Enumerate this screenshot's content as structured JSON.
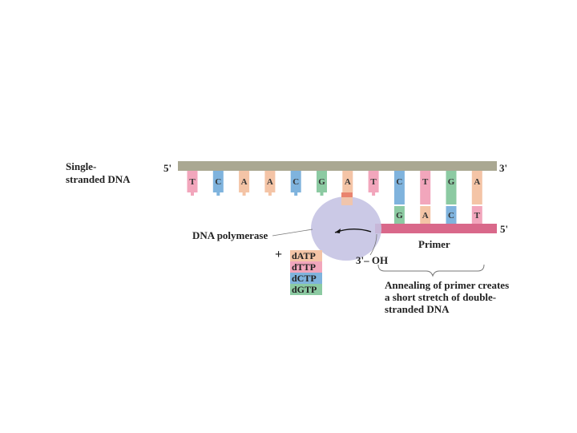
{
  "labels": {
    "single_stranded": "Single-\nstranded DNA",
    "five_prime_top": "5'",
    "three_prime_top": "3'",
    "five_prime_primer": "5'",
    "polymerase": "DNA polymerase",
    "primer": "Primer",
    "three_oh": "3'– OH",
    "plus": "+",
    "annealing": "Annealing of primer creates a short stretch of double-stranded DNA"
  },
  "template_bases": [
    "T",
    "C",
    "A",
    "A",
    "C",
    "G",
    "A",
    "T",
    "C",
    "T",
    "G",
    "A"
  ],
  "primer_bases": [
    "G",
    "A",
    "C",
    "T"
  ],
  "nucleotides": [
    {
      "label": "dATP",
      "color": "#f4c4a6"
    },
    {
      "label": "dTTP",
      "color": "#f2a6bc"
    },
    {
      "label": "dCTP",
      "color": "#7fb3dd"
    },
    {
      "label": "dGTP",
      "color": "#8ccaa2"
    }
  ],
  "colors": {
    "backbone": "#aaa892",
    "primer_backbone": "#d9688a",
    "polymerase": "#c4c2e2",
    "A": "#f4c4a6",
    "T": "#f2a6bc",
    "C": "#7fb3dd",
    "G": "#8ccaa2"
  }
}
